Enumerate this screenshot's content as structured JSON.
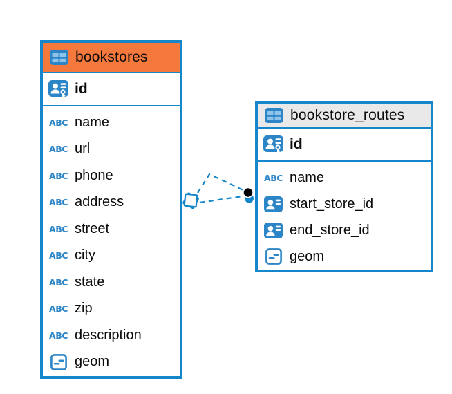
{
  "diagram": {
    "colors": {
      "table_border": "#1486C9",
      "icon_blue": "#2C85C7",
      "icon_cell_blue": "#8FC3EA",
      "selected_header_bg": "#F5783C",
      "header_bg": "#E9E9E9",
      "relationship_line": "#1486C9",
      "relationship_dot": "#000000",
      "text": "#0B0B0B"
    },
    "tables": [
      {
        "name": "bookstores",
        "selected": true,
        "columns": [
          {
            "name": "id",
            "icon": "primary-key-icon",
            "key": true
          },
          {
            "name": "name",
            "icon": "text-type-icon"
          },
          {
            "name": "url",
            "icon": "text-type-icon"
          },
          {
            "name": "phone",
            "icon": "text-type-icon"
          },
          {
            "name": "address",
            "icon": "text-type-icon"
          },
          {
            "name": "street",
            "icon": "text-type-icon"
          },
          {
            "name": "city",
            "icon": "text-type-icon"
          },
          {
            "name": "state",
            "icon": "text-type-icon"
          },
          {
            "name": "zip",
            "icon": "text-type-icon"
          },
          {
            "name": "description",
            "icon": "text-type-icon"
          },
          {
            "name": "geom",
            "icon": "geometry-icon"
          }
        ]
      },
      {
        "name": "bookstore_routes",
        "selected": false,
        "columns": [
          {
            "name": "id",
            "icon": "primary-key-icon",
            "key": true
          },
          {
            "name": "name",
            "icon": "text-type-icon"
          },
          {
            "name": "start_store_id",
            "icon": "reference-icon"
          },
          {
            "name": "end_store_id",
            "icon": "reference-icon"
          },
          {
            "name": "geom",
            "icon": "geometry-icon"
          }
        ]
      }
    ],
    "relationships": [
      {
        "from_table": "bookstore_routes",
        "to_table": "bookstores",
        "line_style": "dashed"
      },
      {
        "from_table": "bookstore_routes",
        "to_table": "bookstores",
        "line_style": "dashed"
      }
    ],
    "icon_abc_label": "ABC"
  }
}
